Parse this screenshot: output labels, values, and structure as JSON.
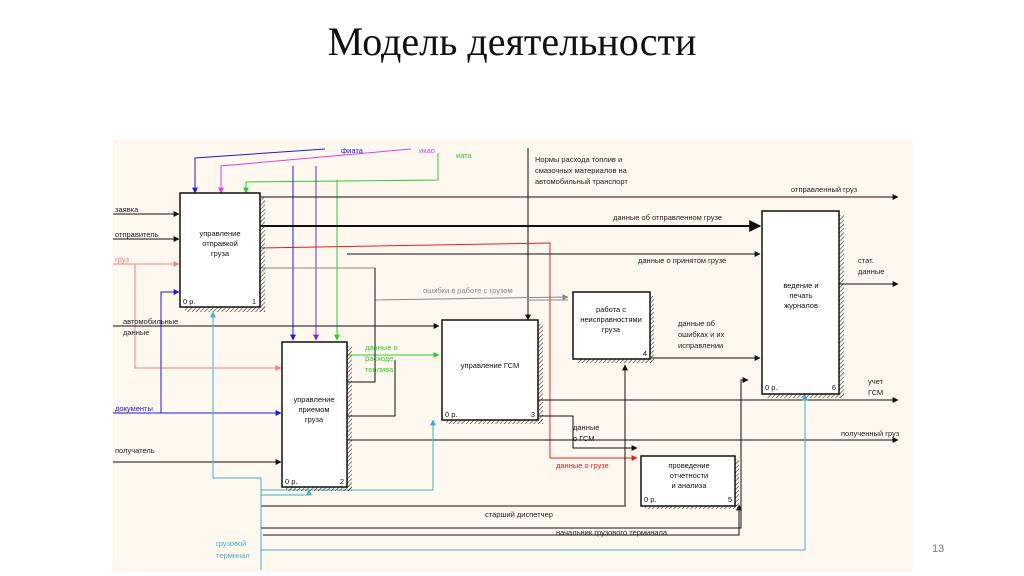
{
  "title": "Модель деятельности",
  "slide_number": "13",
  "colors": {
    "background": "#fff8ee",
    "blue": "#1a1ae6",
    "purple": "#7a2ad0",
    "magenta": "#e040e0",
    "green": "#2ecc2e",
    "red": "#e02020",
    "pink": "#f08080",
    "cyan": "#40b0c8",
    "gray": "#888888",
    "black": "#111111"
  },
  "blocks": [
    {
      "id": "b1",
      "lines": [
        "управление",
        "отправкой",
        "груза"
      ],
      "cost": "0 р.",
      "num": "1"
    },
    {
      "id": "b2",
      "lines": [
        "управление",
        "приемом",
        "груза"
      ],
      "cost": "0 р.",
      "num": "2"
    },
    {
      "id": "b3",
      "lines": [
        "управление ГСМ"
      ],
      "cost": "0 р.",
      "num": "3"
    },
    {
      "id": "b4",
      "lines": [
        "работа с",
        "неисправностями",
        "груза"
      ],
      "cost": "0 р.",
      "num": "4"
    },
    {
      "id": "b5",
      "lines": [
        "проведение",
        "отчетности",
        "и анализа"
      ],
      "cost": "0 р.",
      "num": "5"
    },
    {
      "id": "b6",
      "lines": [
        "ведение и",
        "печать",
        "журналов"
      ],
      "cost": "0 р.",
      "num": "6"
    }
  ],
  "labels": {
    "fiata": "фиата",
    "ikao": "икао",
    "iata": "иата",
    "norms": [
      "Нормы расхода топлив и",
      "смазочных материалов на",
      "автомобильный транспорт"
    ],
    "sent_cargo": "отправленный груз",
    "sent_cargo_data": "данные об отправленном грузе",
    "received_cargo_data": "данные о принятом грузе",
    "stat_data": [
      "стат.",
      "данные"
    ],
    "cargo_errors": "ошибки в работе с грузом",
    "request": "заявка",
    "sender": "отправитель",
    "cargo": "груз",
    "vehicle_data": [
      "автомобильные",
      "данные"
    ],
    "fuel_data": [
      "данные о",
      "расходе",
      "топлива"
    ],
    "error_data": [
      "данные об",
      "ошибках и их",
      "исправлении"
    ],
    "documents": "документы",
    "fuel_accounting": [
      "учет",
      "ГСМ"
    ],
    "recipient": "получатель",
    "gsm_data": [
      "данные",
      "о ГСМ"
    ],
    "received_cargo": "полученный груз",
    "cargo_data": "данные о грузе",
    "senior_dispatcher": "старший диспетчер",
    "terminal_chief": "начальник грузового терминала",
    "cargo_terminal": [
      "грузовой",
      "терминал"
    ]
  }
}
